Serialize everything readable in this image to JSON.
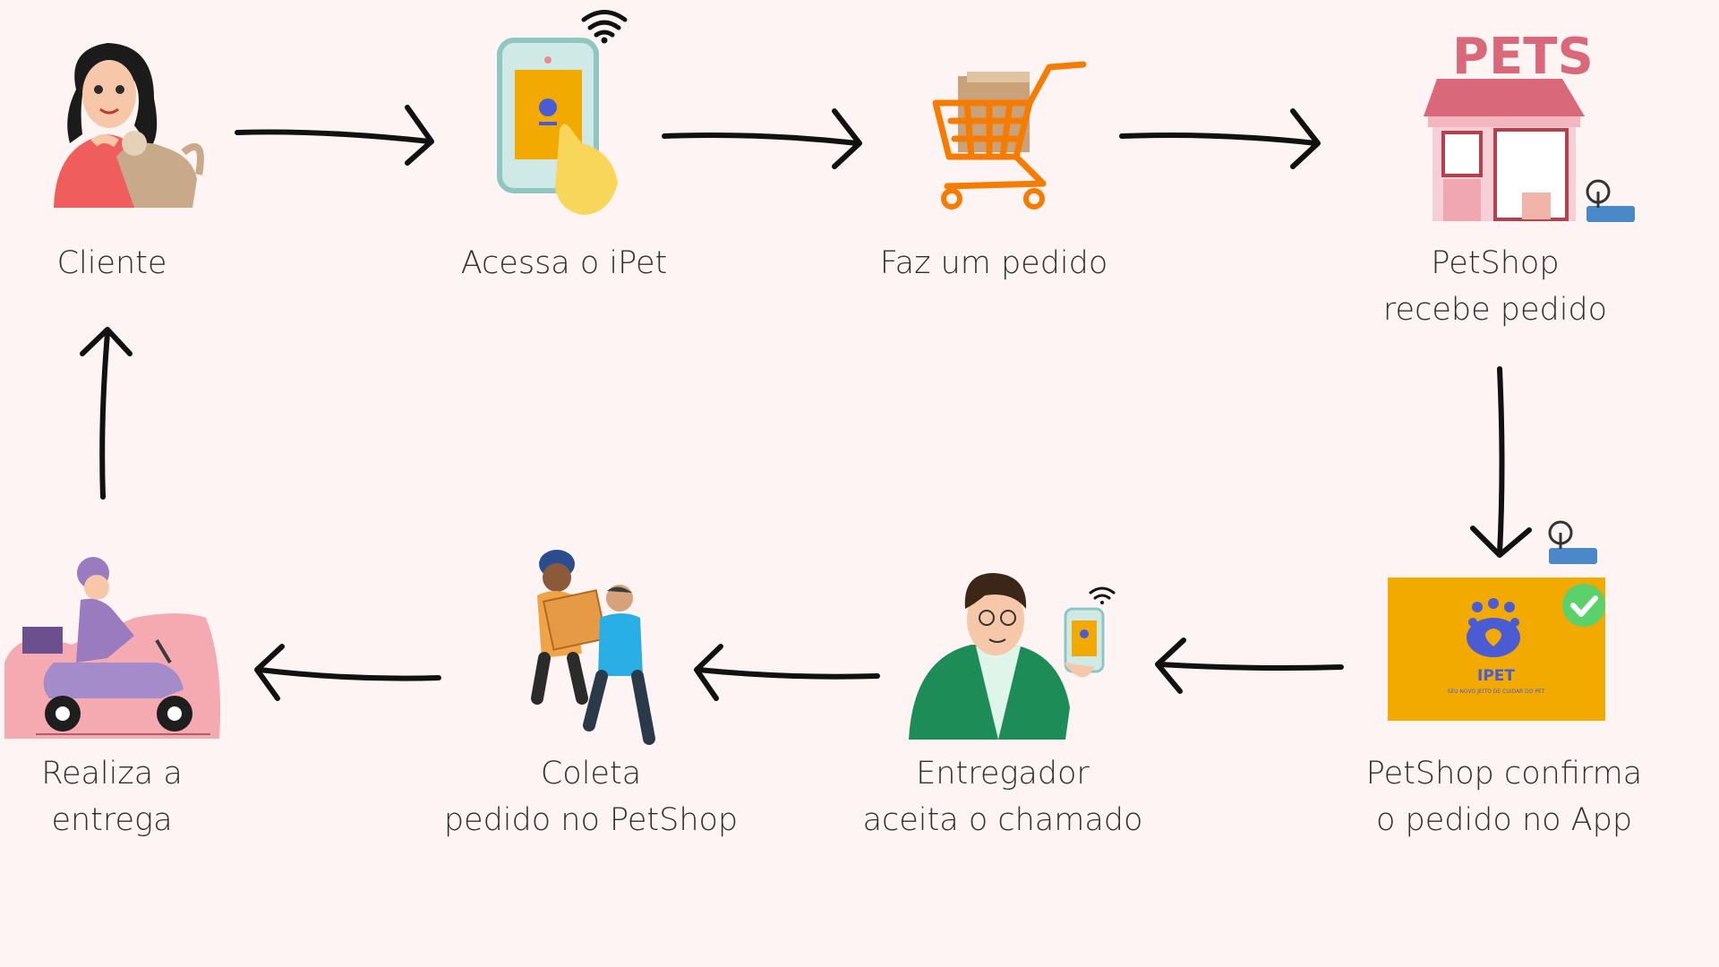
{
  "steps": [
    {
      "id": "cliente",
      "lines": [
        "Cliente"
      ]
    },
    {
      "id": "acessa",
      "lines": [
        "Acessa o iPet"
      ]
    },
    {
      "id": "pedido",
      "lines": [
        "Faz um pedido"
      ]
    },
    {
      "id": "petshop-recebe",
      "lines": [
        "PetShop",
        "recebe pedido"
      ]
    },
    {
      "id": "petshop-confirma",
      "lines": [
        "PetShop confirma",
        "o pedido no App"
      ]
    },
    {
      "id": "entregador",
      "lines": [
        "Entregador",
        "aceita o chamado"
      ]
    },
    {
      "id": "coleta",
      "lines": [
        "Coleta",
        "pedido no PetShop"
      ]
    },
    {
      "id": "entrega",
      "lines": [
        "Realiza a",
        "entrega"
      ]
    }
  ],
  "icons": {
    "store_sign": "PETS",
    "app_name": "IPET",
    "app_tagline": "SEU NOVO JEITO DE CUIDAR DO PET"
  },
  "colors": {
    "background": "#fdf4f3",
    "app_yellow": "#f2a900",
    "app_blue": "#4a5bd4",
    "cart_orange": "#f57c00",
    "store_pink": "#d9687b",
    "check_green": "#5ad16a",
    "scooter_purple": "#9b7bc0"
  }
}
